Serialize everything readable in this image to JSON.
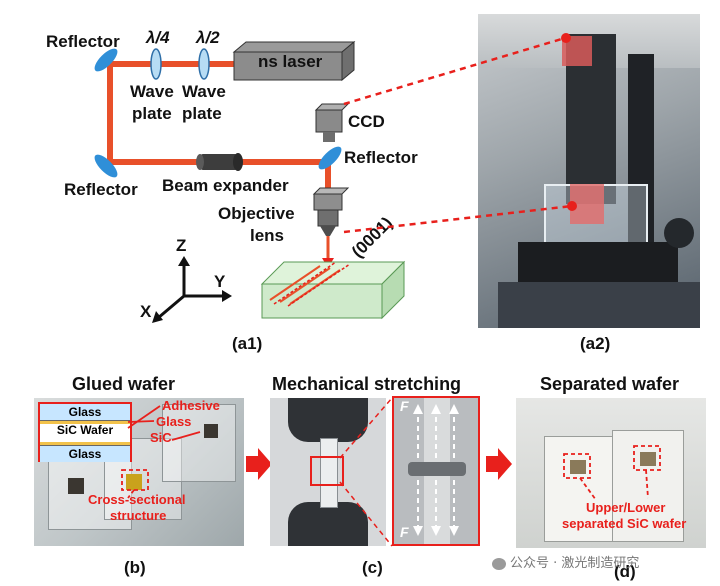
{
  "colors": {
    "laser_beam": "#e8502a",
    "reflector": "#2f8fd8",
    "annotation_red": "#e8201c",
    "glass_fill": "#c7e6ff",
    "sic_fill": "#f2c24a",
    "sample_green": "#cfeacb"
  },
  "setup_a1": {
    "reflector_top_left": "Reflector",
    "reflector_bottom_left": "Reflector",
    "reflector_right": "Reflector",
    "quarter_wave": "λ/4",
    "half_wave": "λ/2",
    "wave_plate_1_line1": "Wave",
    "wave_plate_1_line2": "plate",
    "wave_plate_2_line1": "Wave",
    "wave_plate_2_line2": "plate",
    "laser": "ns laser",
    "ccd": "CCD",
    "beam_expander": "Beam expander",
    "objective_line1": "Objective",
    "objective_line2": "lens",
    "crystal_plane": "(0001)",
    "axis_z": "Z",
    "axis_y": "Y",
    "axis_x": "X",
    "caption": "(a1)"
  },
  "photo_a2": {
    "caption": "(a2)"
  },
  "panel_b": {
    "title": "Glued wafer",
    "stack": [
      "Glass",
      "SiC Wafer",
      "Glass"
    ],
    "adhesive": "Adhesive",
    "glass": "Glass",
    "sic": "SiC",
    "cross_line1": "Cross-sectional",
    "cross_line2": "structure",
    "caption": "(b)"
  },
  "panel_c": {
    "title": "Mechanical stretching",
    "force_top": "F",
    "force_bottom": "F",
    "caption": "(c)"
  },
  "panel_d": {
    "title": "Separated wafer",
    "note_line1": "Upper/Lower",
    "note_line2": "separated SiC wafer",
    "caption": "(d)"
  },
  "watermark": "公众号 · 激光制造研究"
}
